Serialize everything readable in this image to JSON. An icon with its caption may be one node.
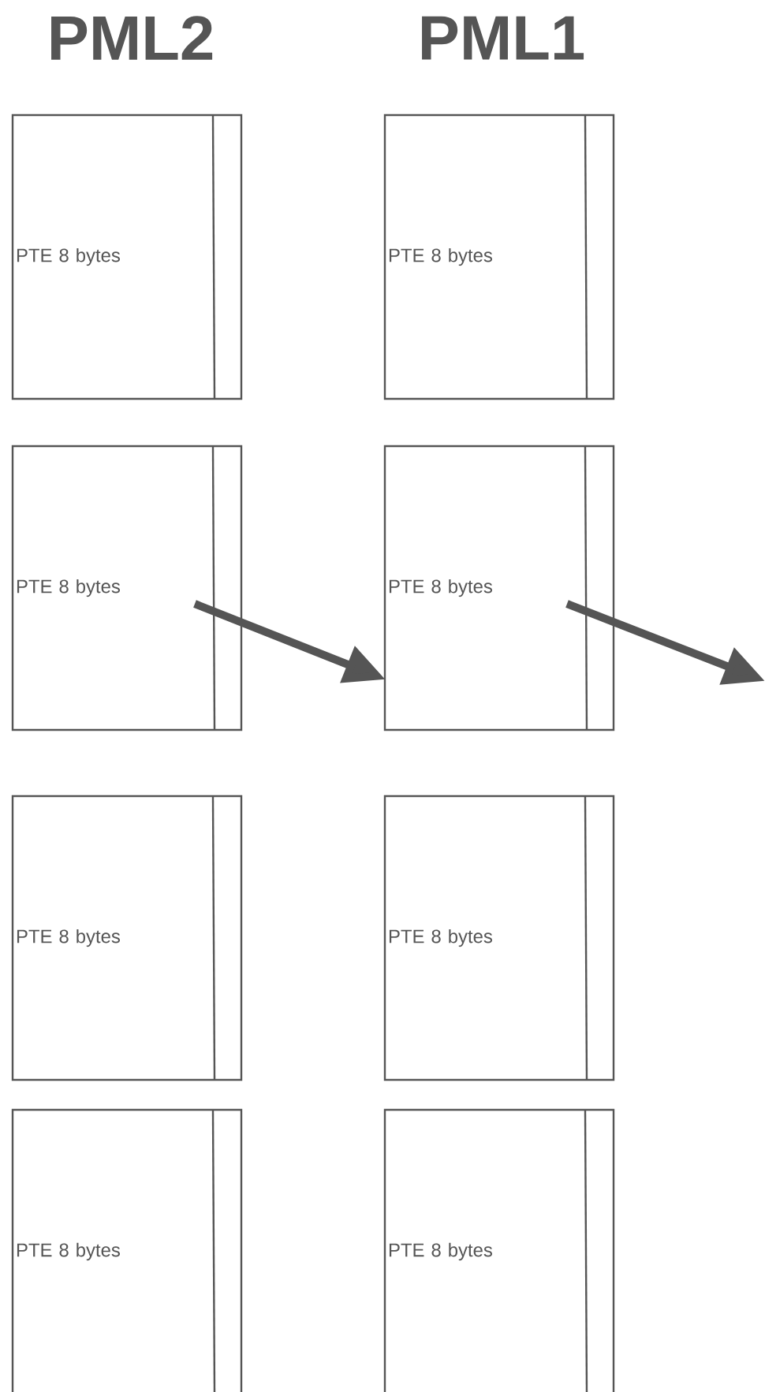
{
  "diagram": {
    "nodes": [
      {
        "text": [
          "PTE 8 bytes"
        ]
      },
      {
        "text": [
          "PTE 8 bytes"
        ]
      },
      {
        "text": [
          "PTE 8 bytes"
        ]
      },
      {
        "text": [
          "PTE 8 bytes"
        ]
      },
      {
        "text": [
          "PTE 8 bytes"
        ]
      },
      {
        "text": [
          "PTE 8 bytes"
        ]
      },
      {
        "text": [
          "PTE 8 bytes"
        ]
      },
      {
        "text": [
          "PTE 8 bytes"
        ]
      }
    ],
    "edges": [
      {
        "from": 2,
        "to": 3,
        "arrow": "to"
      },
      {
        "from": 3,
        "to": null,
        "arrow": "to"
      }
    ],
    "labels": [
      "PML2",
      "PML1"
    ]
  }
}
